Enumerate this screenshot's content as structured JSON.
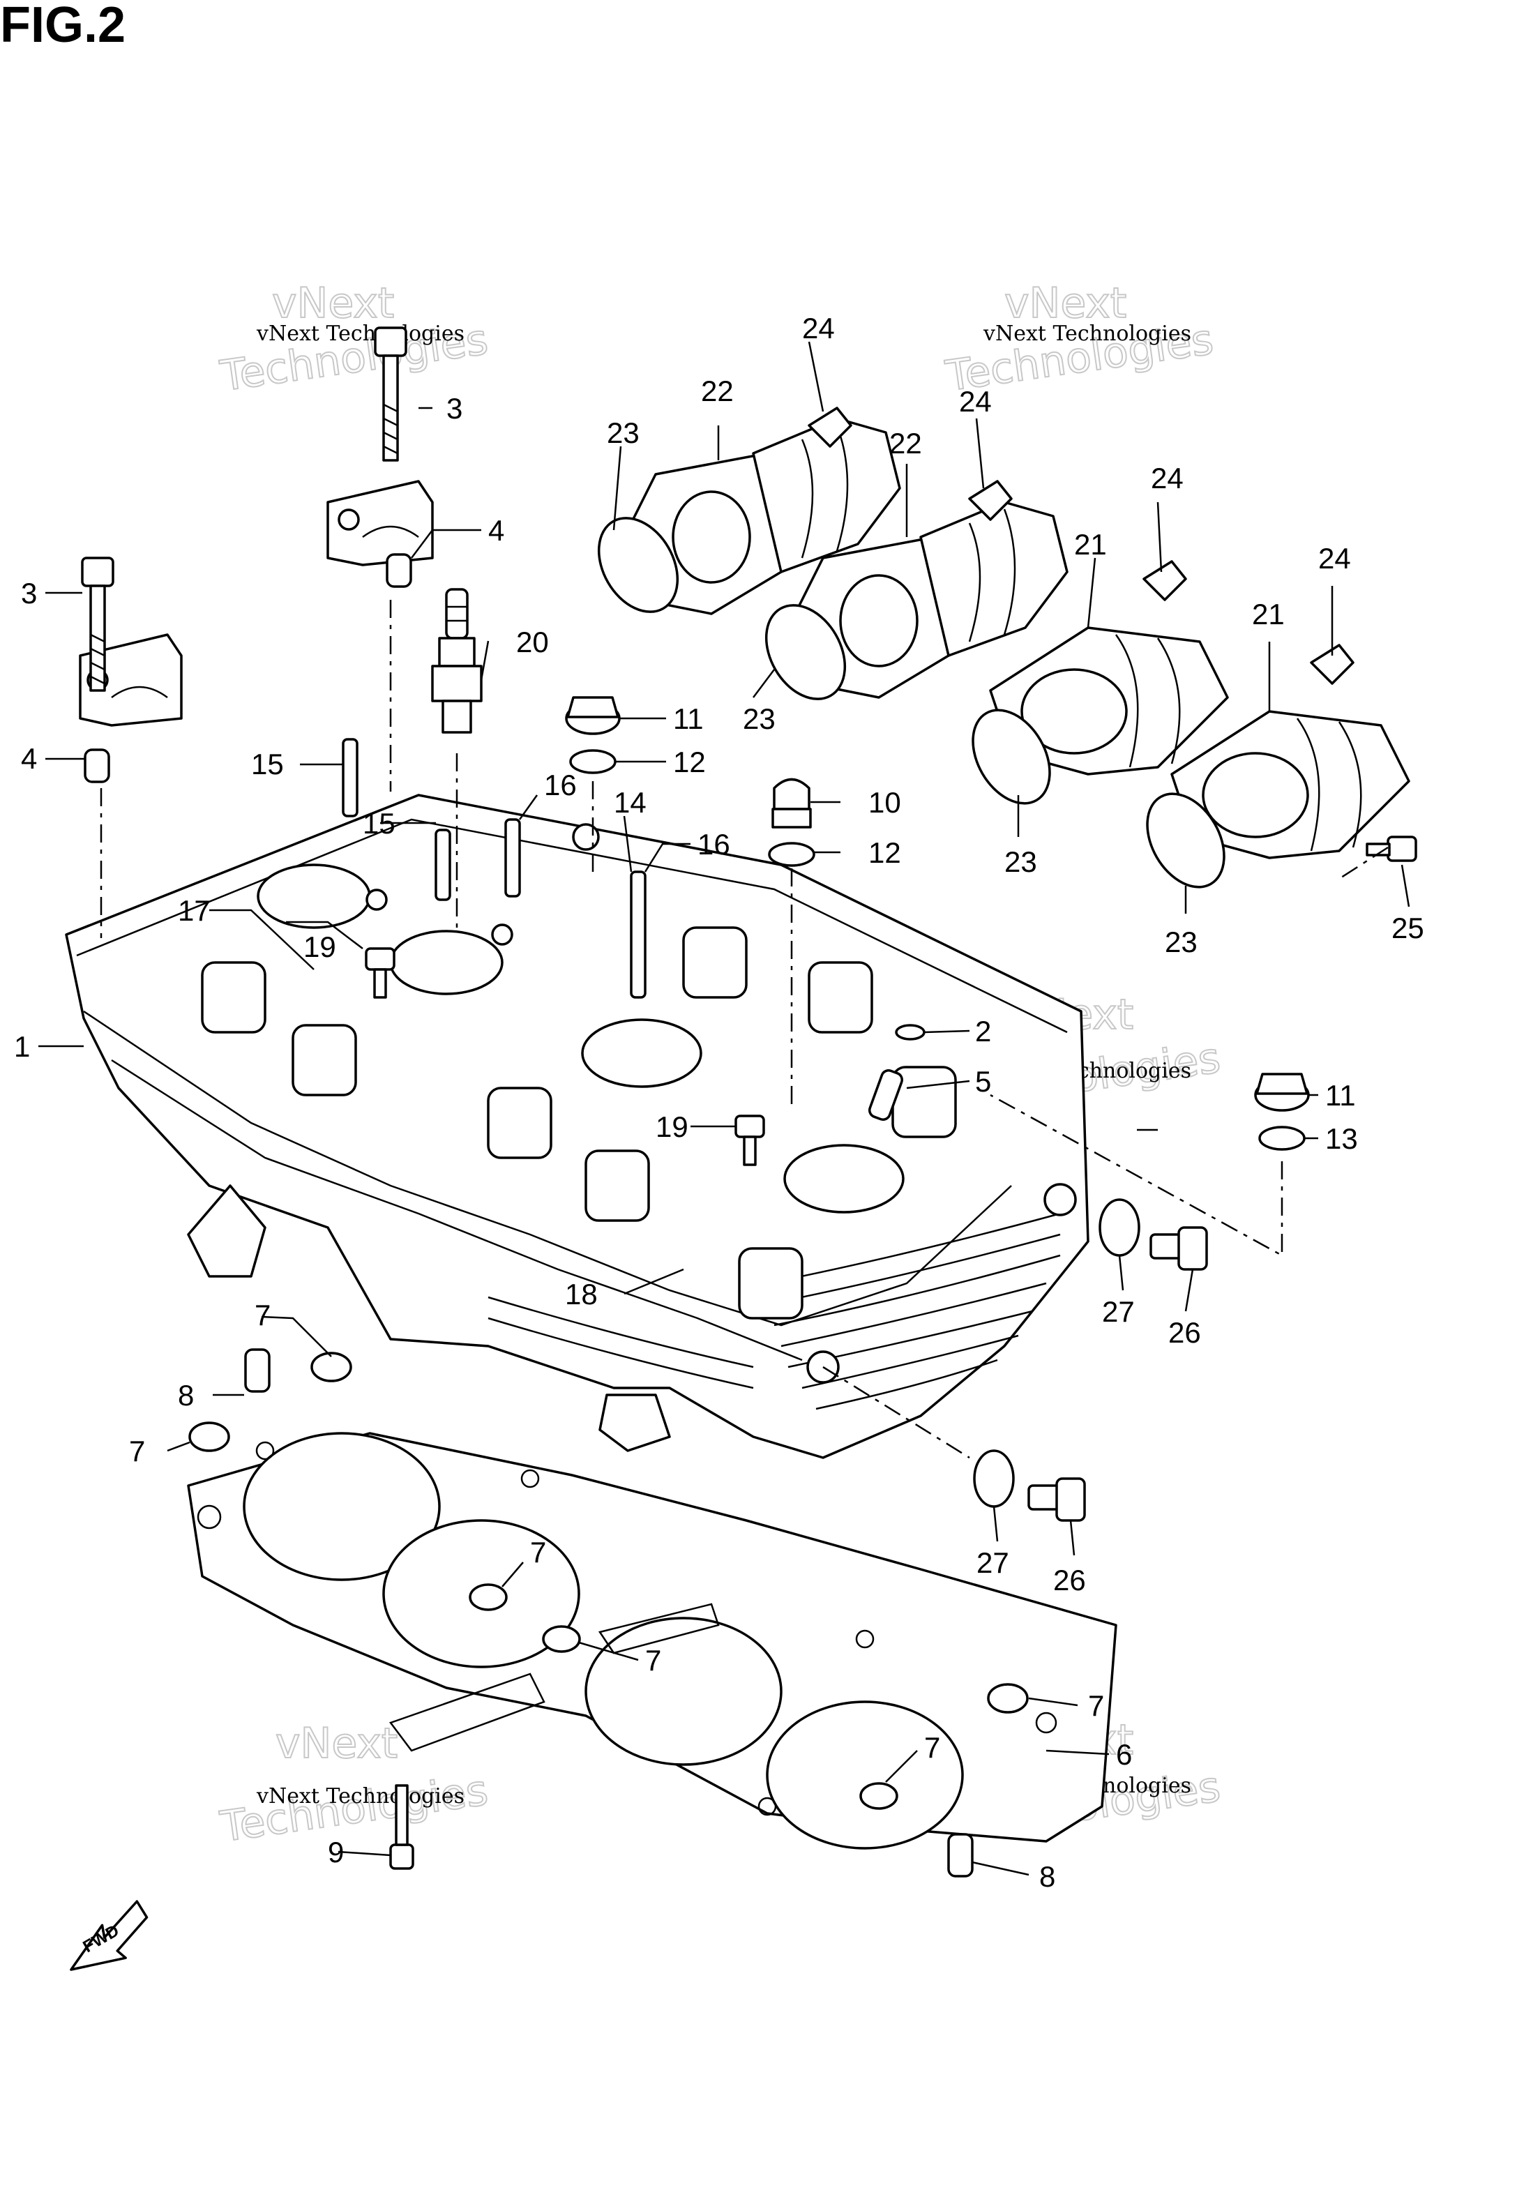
{
  "title": "FIG.2",
  "watermark": {
    "line1": "vNext Technologies",
    "line2": "Technologies",
    "line3": "vNext"
  },
  "fwd_label": "FWD",
  "callouts": [
    "1",
    "2",
    "3",
    "3",
    "4",
    "4",
    "5",
    "6",
    "7",
    "7",
    "7",
    "7",
    "7",
    "7",
    "7",
    "8",
    "8",
    "9",
    "10",
    "11",
    "11",
    "12",
    "12",
    "13",
    "14",
    "15",
    "15",
    "16",
    "16",
    "17",
    "18",
    "19",
    "19",
    "20",
    "21",
    "21",
    "22",
    "22",
    "23",
    "23",
    "23",
    "23",
    "24",
    "24",
    "24",
    "24",
    "25",
    "26",
    "26",
    "27",
    "27"
  ]
}
